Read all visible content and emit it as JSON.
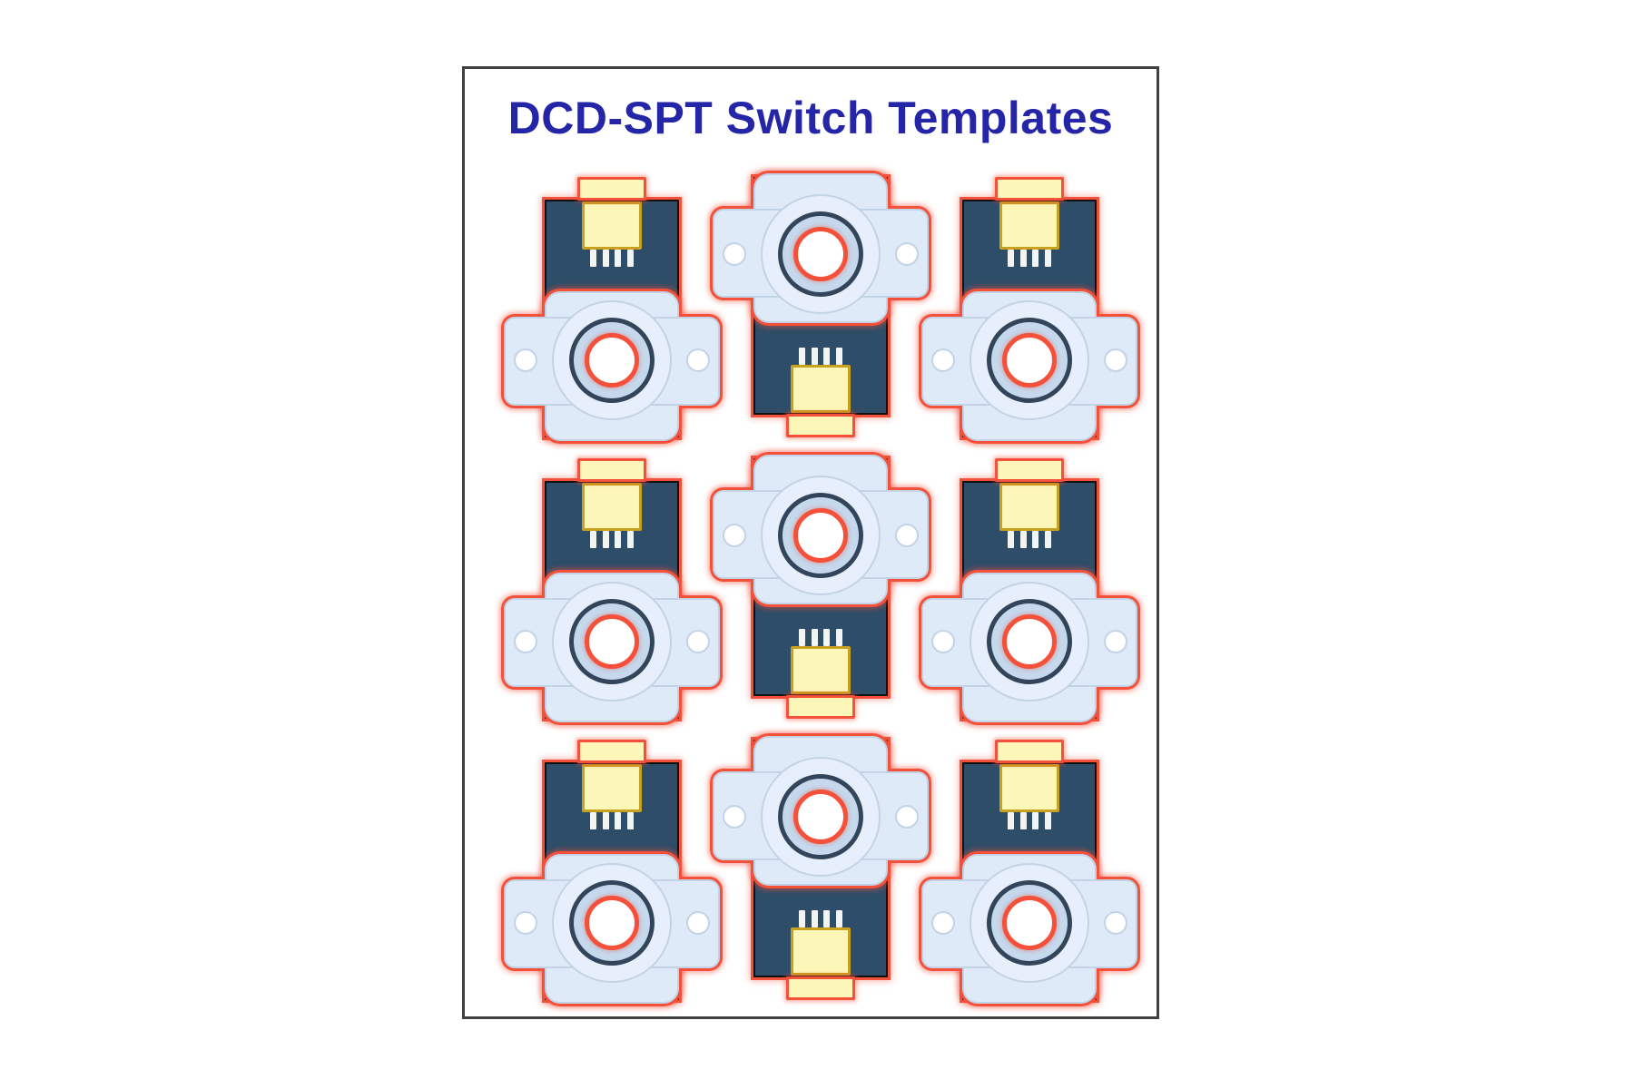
{
  "page": {
    "title": "DCD-SPT Switch Templates"
  },
  "grid": {
    "rows": 3,
    "template_count": 9,
    "columns": [
      {
        "orientation": "upright"
      },
      {
        "orientation": "flipped"
      },
      {
        "orientation": "upright"
      }
    ],
    "pin_count_per_template": 4,
    "mounting_holes_per_template": 2
  },
  "colors": {
    "title": "#2525a8",
    "page_border": "#404040",
    "body_navy": "#2e4d68",
    "body_edge": "#101010",
    "outline_red": "#f4503a",
    "plate_fill": "#dfeaf8",
    "plate_edge": "#c3d3e6",
    "circle_fill": "#e6effb",
    "ring_fill": "#c5d8ec",
    "ring_stroke": "#32455a",
    "hole_fill": "#ffffff",
    "connector_fill": "#fcf7b8",
    "connector_gold": "#c8a11f",
    "pin_fill": "#f4f5f3"
  }
}
